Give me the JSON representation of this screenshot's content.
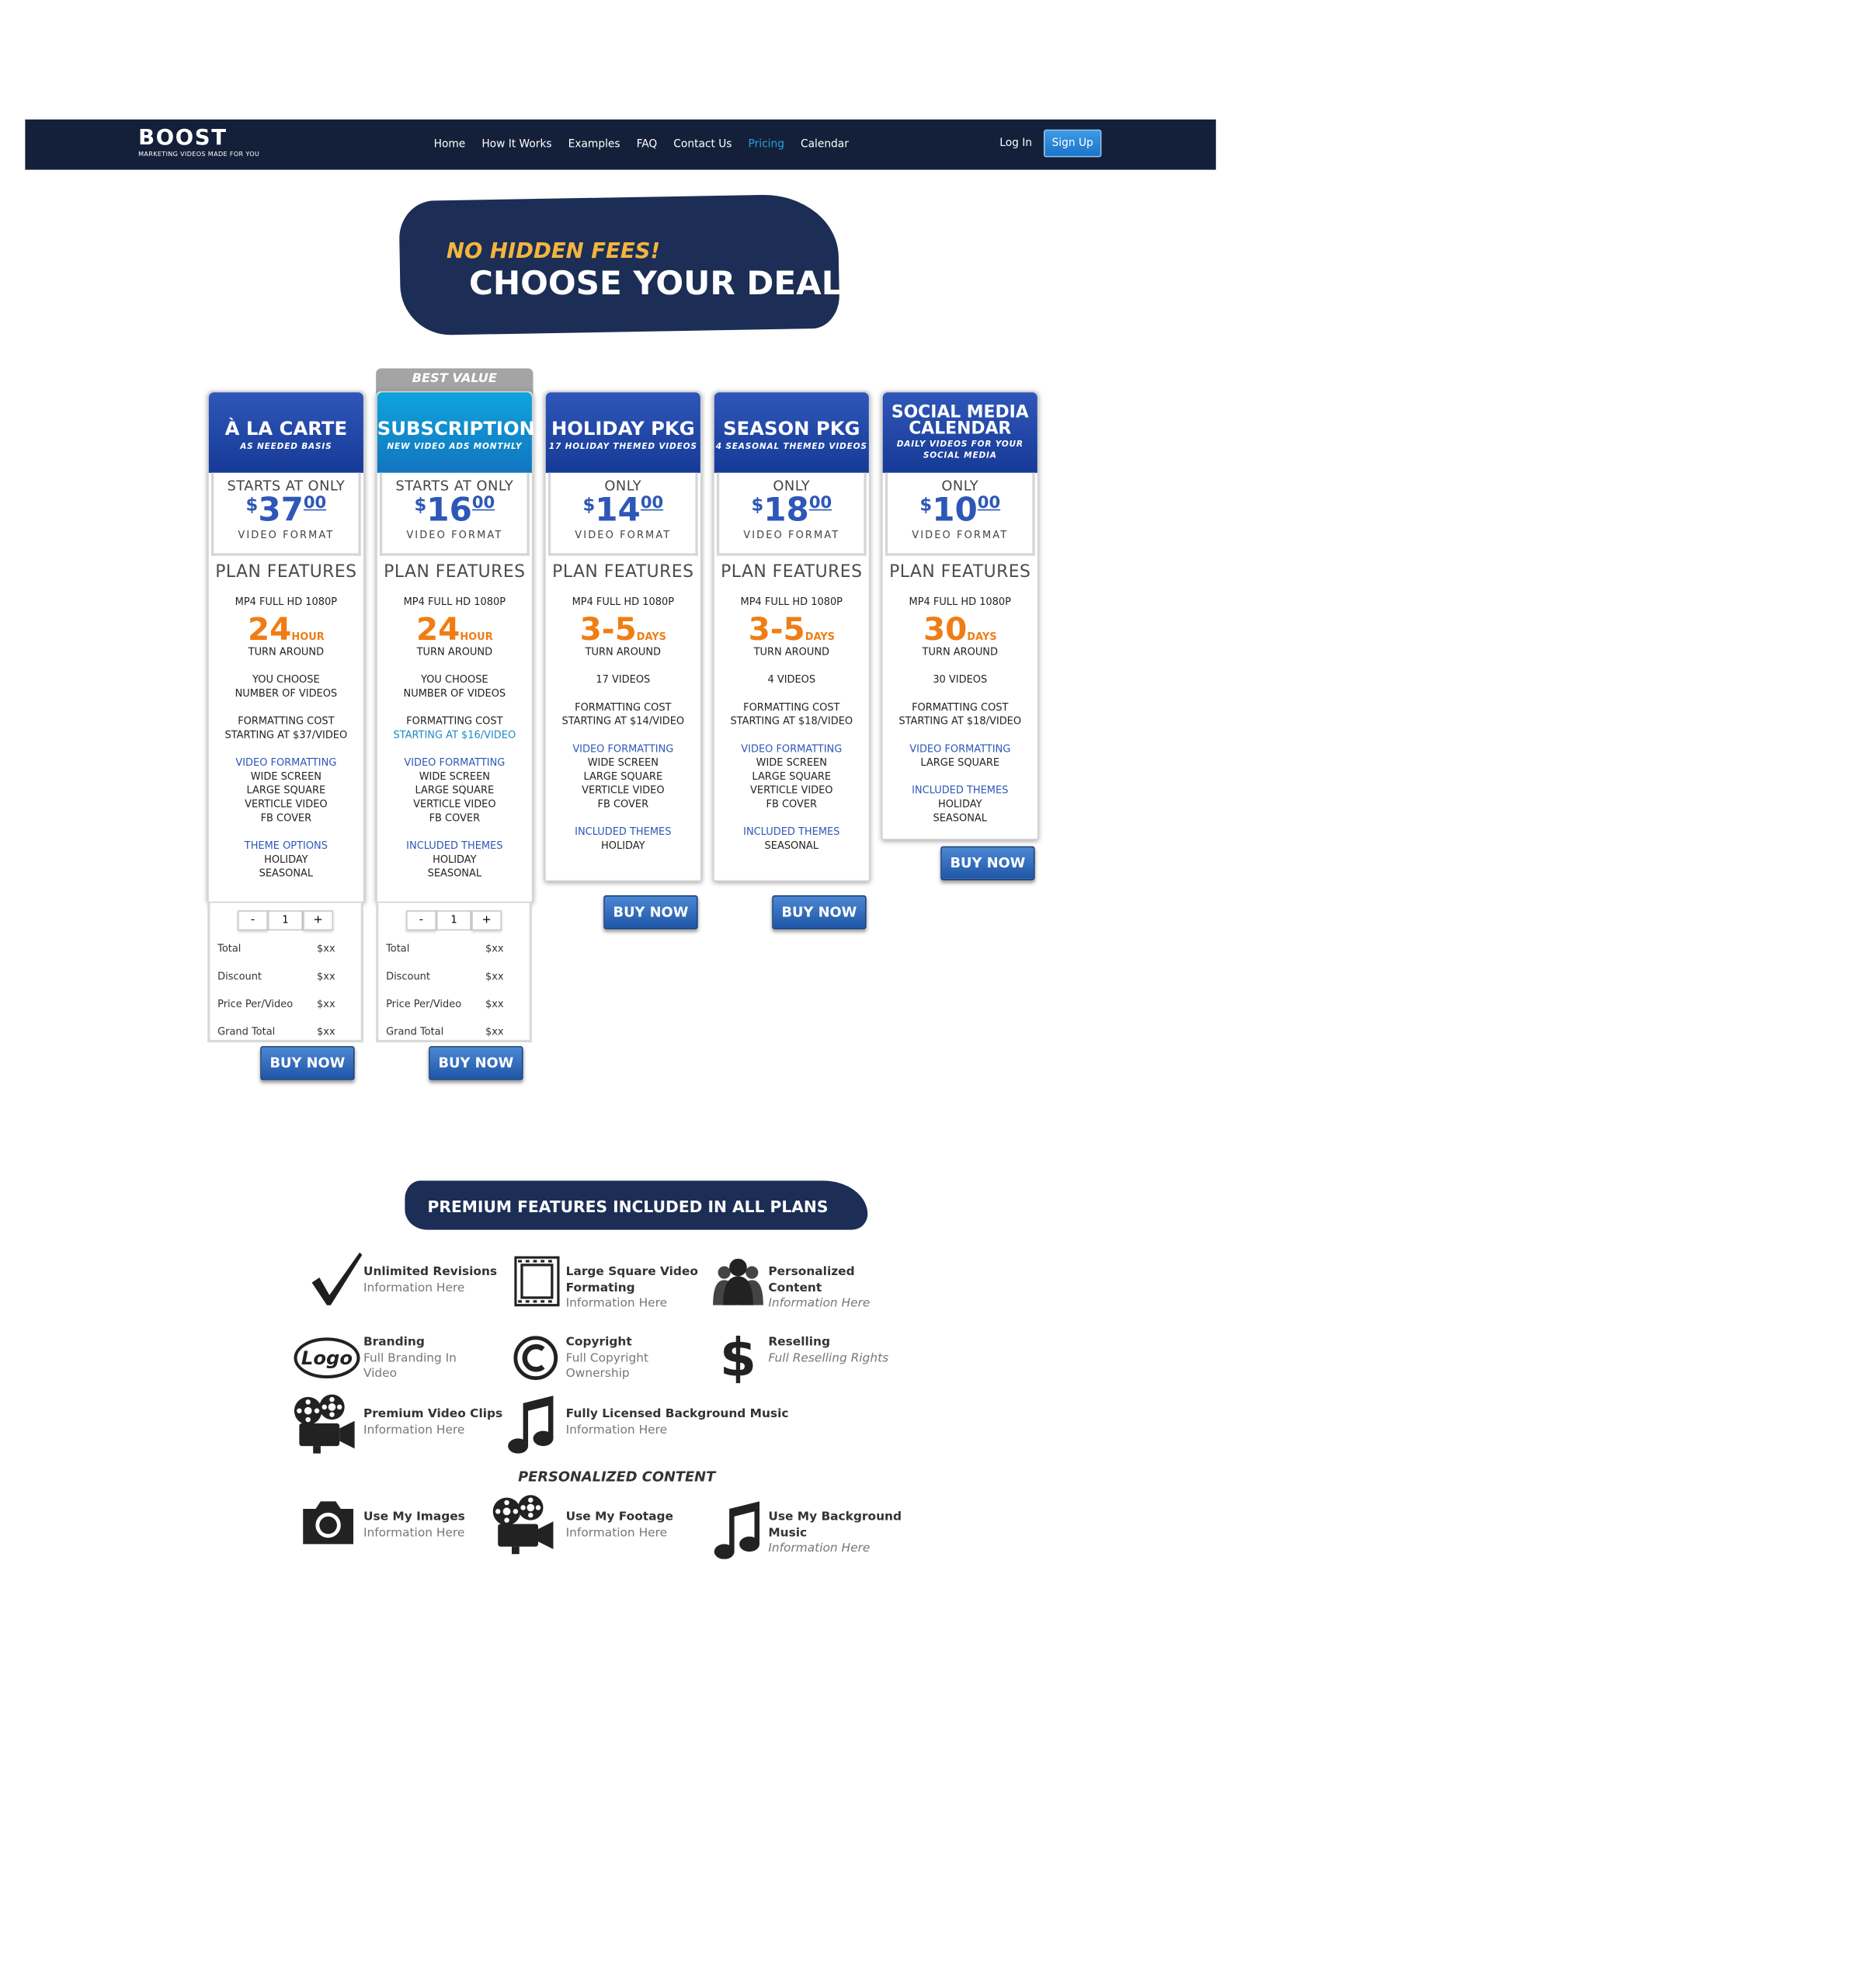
{
  "nav": {
    "logo_text": "BOOST",
    "logo_tagline": "MARKETING VIDEOS MADE FOR YOU",
    "links": [
      "Home",
      "How It Works",
      "Examples",
      "FAQ",
      "Contact Us",
      "Pricing",
      "Calendar"
    ],
    "login": "Log In",
    "signup": "Sign Up",
    "accent_color": "#29a3e1"
  },
  "hero": {
    "line1": "NO HIDDEN FEES!",
    "line2": "CHOOSE YOUR DEAL"
  },
  "best_value": "BEST VALUE",
  "plans": [
    {
      "title": "À LA CARTE",
      "subtitle": "AS NEEDED BASIS",
      "price_prefix": "STARTS AT ONLY",
      "currency": "$",
      "price": "37",
      "cents": "00",
      "price_suffix": "VIDEO FORMAT",
      "features_title": "PLAN FEATURES",
      "format": "MP4 FULL HD 1080P",
      "turn_num": "24",
      "turn_unit": "HOUR",
      "turn_label": "TURN AROUND",
      "videos": [
        "YOU CHOOSE",
        "NUMBER OF VIDEOS"
      ],
      "cost": [
        "FORMATTING COST",
        "STARTING AT $37/VIDEO"
      ],
      "formatting_title": "VIDEO FORMATTING",
      "formatting": [
        "WIDE SCREEN",
        "LARGE SQUARE",
        "VERTICLE VIDEO",
        "FB COVER"
      ],
      "themes_title": "THEME OPTIONS",
      "themes": [
        "HOLIDAY",
        "SEASONAL"
      ],
      "buy": "BUY NOW"
    },
    {
      "title": "SUBSCRIPTION",
      "subtitle": "NEW VIDEO ADS MONTHLY",
      "price_prefix": "STARTS AT ONLY",
      "currency": "$",
      "price": "16",
      "cents": "00",
      "price_suffix": "VIDEO FORMAT",
      "features_title": "PLAN FEATURES",
      "format": "MP4 FULL HD 1080P",
      "turn_num": "24",
      "turn_unit": "HOUR",
      "turn_label": "TURN AROUND",
      "videos": [
        "YOU CHOOSE",
        "NUMBER OF VIDEOS"
      ],
      "cost": [
        "FORMATTING COST",
        "STARTING AT $16/VIDEO"
      ],
      "formatting_title": "VIDEO FORMATTING",
      "formatting": [
        "WIDE SCREEN",
        "LARGE SQUARE",
        "VERTICLE VIDEO",
        "FB COVER"
      ],
      "themes_title": "INCLUDED THEMES",
      "themes": [
        "HOLIDAY",
        "SEASONAL"
      ],
      "buy": "BUY NOW"
    },
    {
      "title": "HOLIDAY PKG",
      "subtitle": "17 HOLIDAY THEMED VIDEOS",
      "price_prefix": "ONLY",
      "currency": "$",
      "price": "14",
      "cents": "00",
      "price_suffix": "VIDEO FORMAT",
      "features_title": "PLAN FEATURES",
      "format": "MP4 FULL HD 1080P",
      "turn_num": "3-5",
      "turn_unit": "DAYS",
      "turn_label": "TURN AROUND",
      "videos": [
        "17 VIDEOS"
      ],
      "cost": [
        "FORMATTING COST",
        "STARTING AT $14/VIDEO"
      ],
      "formatting_title": "VIDEO FORMATTING",
      "formatting": [
        "WIDE SCREEN",
        "LARGE SQUARE",
        "VERTICLE VIDEO",
        "FB COVER"
      ],
      "themes_title": "INCLUDED THEMES",
      "themes": [
        "HOLIDAY"
      ],
      "buy": "BUY NOW"
    },
    {
      "title": "SEASON PKG",
      "subtitle": "4 SEASONAL THEMED VIDEOS",
      "price_prefix": "ONLY",
      "currency": "$",
      "price": "18",
      "cents": "00",
      "price_suffix": "VIDEO FORMAT",
      "features_title": "PLAN FEATURES",
      "format": "MP4 FULL HD 1080P",
      "turn_num": "3-5",
      "turn_unit": "DAYS",
      "turn_label": "TURN AROUND",
      "videos": [
        "4 VIDEOS"
      ],
      "cost": [
        "FORMATTING COST",
        "STARTING AT $18/VIDEO"
      ],
      "formatting_title": "VIDEO FORMATTING",
      "formatting": [
        "WIDE SCREEN",
        "LARGE SQUARE",
        "VERTICLE VIDEO",
        "FB COVER"
      ],
      "themes_title": "INCLUDED THEMES",
      "themes": [
        "SEASONAL"
      ],
      "buy": "BUY NOW"
    },
    {
      "title": "SOCIAL MEDIA",
      "title2": "CALENDAR",
      "subtitle": "DAILY VIDEOS FOR YOUR",
      "subtitle2": "SOCIAL MEDIA",
      "price_prefix": "ONLY",
      "currency": "$",
      "price": "10",
      "cents": "00",
      "price_suffix": "VIDEO FORMAT",
      "features_title": "PLAN FEATURES",
      "format": "MP4 FULL HD 1080P",
      "turn_num": "30",
      "turn_unit": "DAYS",
      "turn_label": "TURN AROUND",
      "videos": [
        "30 VIDEOS"
      ],
      "cost": [
        "FORMATTING COST",
        "STARTING AT $18/VIDEO"
      ],
      "formatting_title": "VIDEO FORMATTING",
      "formatting": [
        "LARGE SQUARE"
      ],
      "themes_title": "INCLUDED THEMES",
      "themes": [
        "HOLIDAY",
        "SEASONAL"
      ],
      "buy": "BUY NOW"
    }
  ],
  "calculator": {
    "minus": "-",
    "plus": "+",
    "quantity": "1",
    "rows": [
      {
        "label": "Total",
        "value": "$xx"
      },
      {
        "label": "Discount",
        "value": "$xx"
      },
      {
        "label": "Price Per/Video",
        "value": "$xx"
      },
      {
        "label": "Grand Total",
        "value": "$xx"
      }
    ]
  },
  "premium": {
    "title": "PREMIUM FEATURES INCLUDED IN ALL PLANS",
    "features": [
      {
        "icon": "checkmark-icon",
        "title": "Unlimited Revisions",
        "desc": [
          "Information Here"
        ]
      },
      {
        "icon": "film-frame-icon",
        "title": "Large Square Video Formating",
        "desc": [
          "Information Here"
        ]
      },
      {
        "icon": "people-icon",
        "title": "Personalized Content",
        "desc": [
          "Information Here"
        ]
      },
      {
        "icon": "logo-oval-icon",
        "icon_text": "Logo",
        "title": "Branding",
        "desc": [
          "Full Branding In",
          "Video"
        ]
      },
      {
        "icon": "copyright-icon",
        "title": "Copyright",
        "desc": [
          "Full Copyright",
          "Ownership"
        ]
      },
      {
        "icon": "dollar-icon",
        "title": "Reselling",
        "desc": [
          "Full Reselling Rights"
        ]
      },
      {
        "icon": "movie-camera-icon",
        "title": "Premium Video Clips",
        "desc": [
          "Information Here"
        ]
      },
      {
        "icon": "music-note-icon",
        "title": "Fully Licensed Background Music",
        "desc": [
          "Information Here"
        ]
      }
    ],
    "personalized_title": "PERSONALIZED CONTENT",
    "personalized": [
      {
        "icon": "camera-icon",
        "title": "Use My Images",
        "desc": [
          "Information Here"
        ]
      },
      {
        "icon": "movie-camera-icon",
        "title": "Use My Footage",
        "desc": [
          "Information Here"
        ]
      },
      {
        "icon": "music-note-icon",
        "title": "Use My Background Music",
        "desc": [
          "Information Here"
        ]
      }
    ]
  }
}
